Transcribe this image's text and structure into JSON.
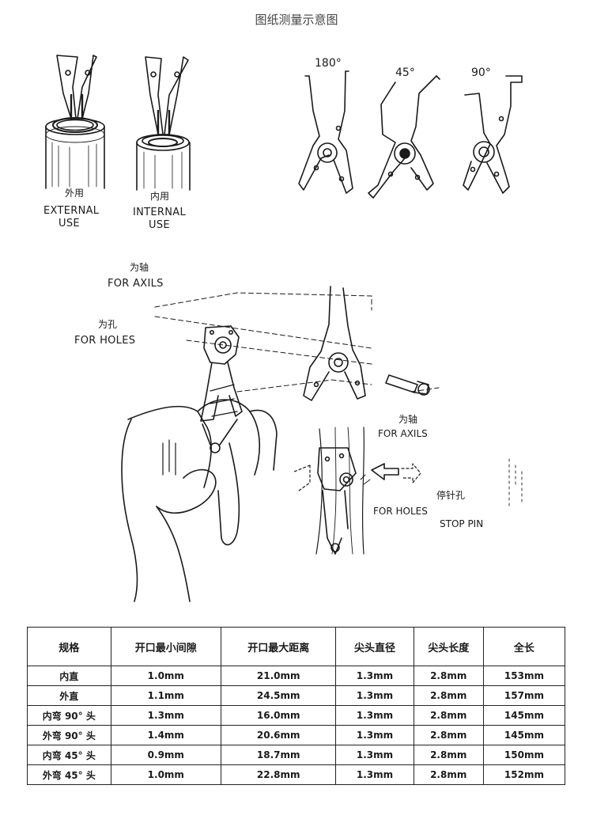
{
  "title": "图纸测量示意图",
  "labels": {
    "external_cn": "外用",
    "external_en_1": "EXTERNAL",
    "external_en_2": "USE",
    "internal_cn": "内用",
    "internal_en_1": "INTERNAL",
    "internal_en_2": "USE",
    "angle_180": "180°",
    "angle_45": "45°",
    "angle_90": "90°",
    "axils_cn_top": "为轴",
    "axils_en_top": "FOR AXILS",
    "holes_cn_top": "为孔",
    "holes_en_top": "FOR HOLES",
    "axils_cn_mid": "为轴",
    "axils_en_mid": "FOR AXILS",
    "stop_pin_cn": "停针孔",
    "holes_en_bottom": "FOR HOLES",
    "stop_pin_en": "STOP PIN"
  },
  "table": {
    "headers": [
      "规格",
      "开口最小间隙",
      "开口最大距离",
      "尖头直径",
      "尖头长度",
      "全长"
    ],
    "rows": [
      [
        "内直",
        "1.0mm",
        "21.0mm",
        "1.3mm",
        "2.8mm",
        "153mm"
      ],
      [
        "外直",
        "1.1mm",
        "24.5mm",
        "1.3mm",
        "2.8mm",
        "157mm"
      ],
      [
        "内弯 90° 头",
        "1.3mm",
        "16.0mm",
        "1.3mm",
        "2.8mm",
        "145mm"
      ],
      [
        "外弯 90° 头",
        "1.4mm",
        "20.6mm",
        "1.3mm",
        "2.8mm",
        "145mm"
      ],
      [
        "内弯 45° 头",
        "0.9mm",
        "18.7mm",
        "1.3mm",
        "2.8mm",
        "150mm"
      ],
      [
        "外弯 45° 头",
        "1.0mm",
        "22.8mm",
        "1.3mm",
        "2.8mm",
        "152mm"
      ]
    ]
  }
}
